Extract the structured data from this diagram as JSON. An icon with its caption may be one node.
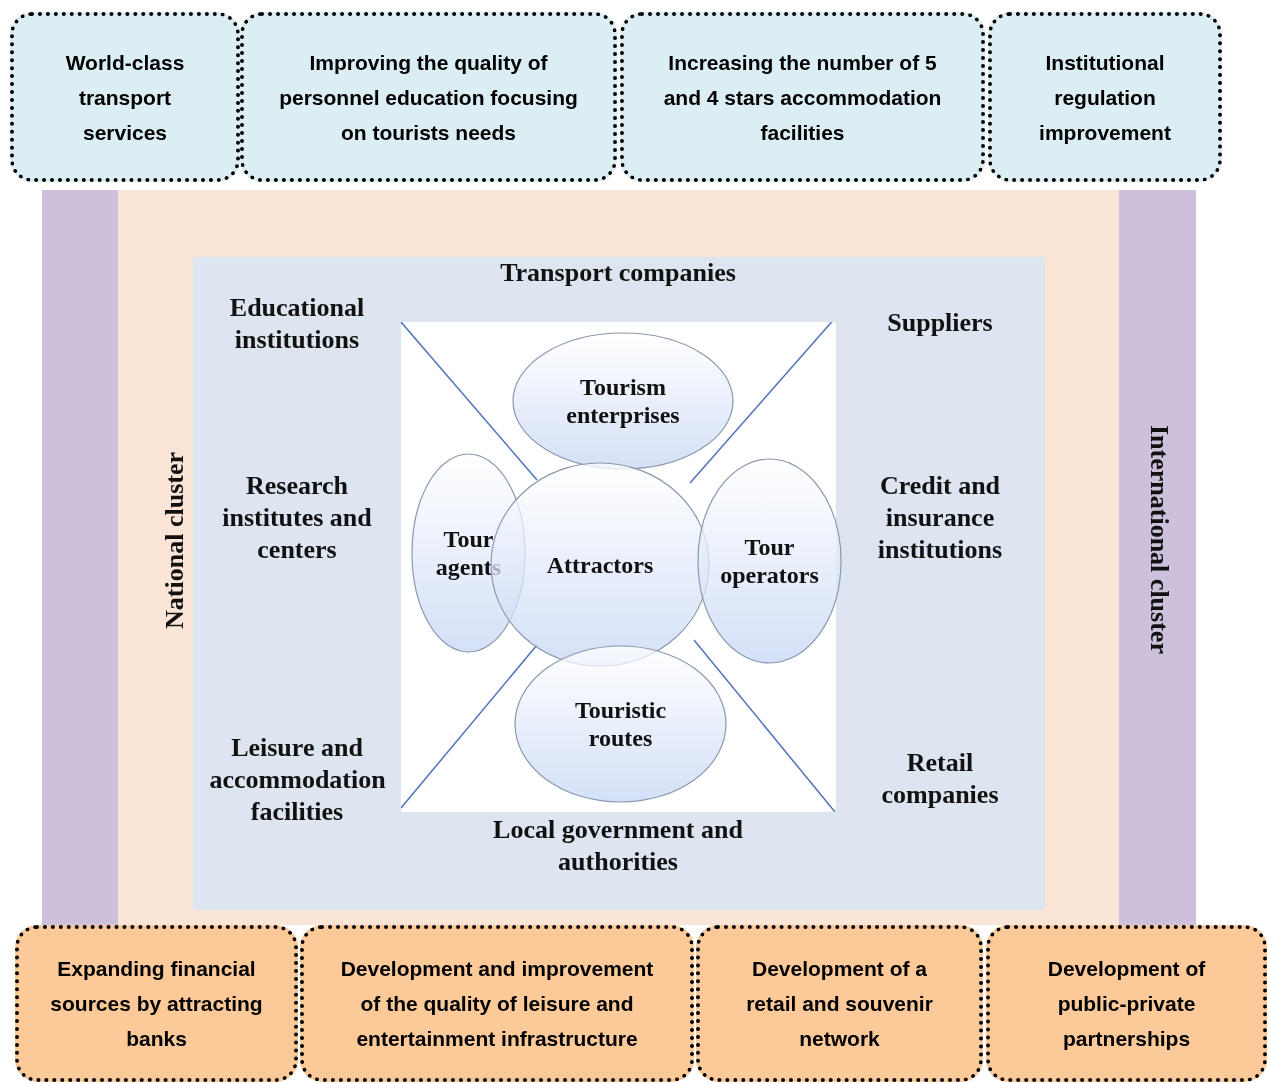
{
  "diagram": {
    "nodes": [
      {
        "text": [
          "World-class transport services"
        ]
      },
      {
        "text": [
          "Improving the quality of personnel education focusing on tourists needs"
        ]
      },
      {
        "text": [
          "Increasing the number of 5 and 4 stars accommodation facilities"
        ]
      },
      {
        "text": [
          "Institutional regulation improvement"
        ]
      },
      {
        "text": [
          "International cluster"
        ]
      },
      {
        "text": [
          "National cluster"
        ],
        "in": 4
      },
      {
        "text": [],
        "shape": "box",
        "in": 5
      },
      {
        "text": [],
        "shape": "box",
        "in": 6
      },
      {
        "text": [
          "Tourism enterprises"
        ],
        "in": 7
      },
      {
        "text": [
          "Tour agents"
        ],
        "in": 7
      },
      {
        "text": [
          "Attractors"
        ],
        "in": 7
      },
      {
        "text": [
          "Tour operators"
        ],
        "in": 7
      },
      {
        "text": [
          "Touristic routes"
        ],
        "in": 7
      },
      {
        "text": [
          "Expanding financial sources by attracting banks"
        ]
      },
      {
        "text": [
          "Development and improvement of the quality of leisure and entertainment infrastructure"
        ]
      },
      {
        "text": [
          "Development of a retail and souvenir network"
        ]
      },
      {
        "text": [
          "Development of public-private partnerships"
        ]
      }
    ],
    "edges": [],
    "labels": [
      "Transport companies",
      "Educational institutions",
      "Suppliers",
      "Research institutes and centers",
      "Credit and insurance institutions",
      "Leisure and accommodation facilities",
      "Retail companies",
      "Local government and authorities"
    ]
  }
}
